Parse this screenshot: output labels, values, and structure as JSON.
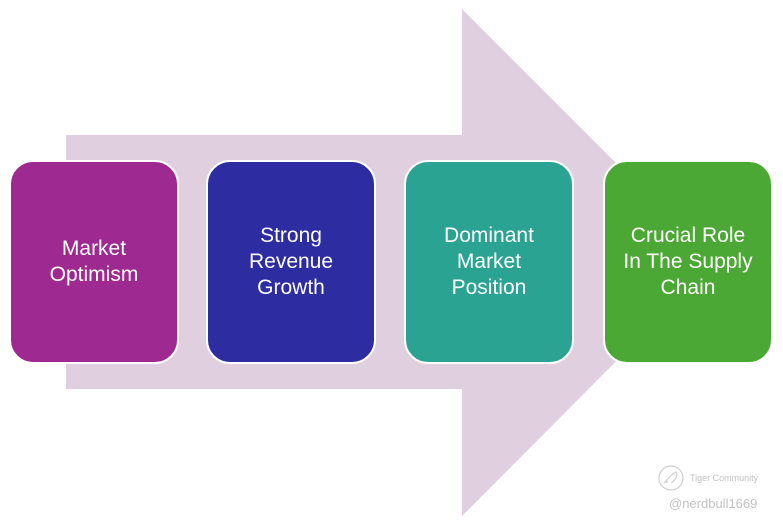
{
  "diagram": {
    "type": "process-arrow",
    "arrow_color": "#DFCFDF",
    "steps": [
      {
        "label": "Market\nOptimism",
        "color": "#9E2A91"
      },
      {
        "label": "Strong\nRevenue\nGrowth",
        "color": "#2D2CA0"
      },
      {
        "label": "Dominant\nMarket\nPosition",
        "color": "#2BA393"
      },
      {
        "label": "Crucial Role\nIn The Supply\nChain",
        "color": "#4CA834"
      }
    ]
  },
  "watermark": {
    "brand": "Tiger Community",
    "user": "@nerdbull1669",
    "icon": "tiger-community-logo-icon"
  }
}
